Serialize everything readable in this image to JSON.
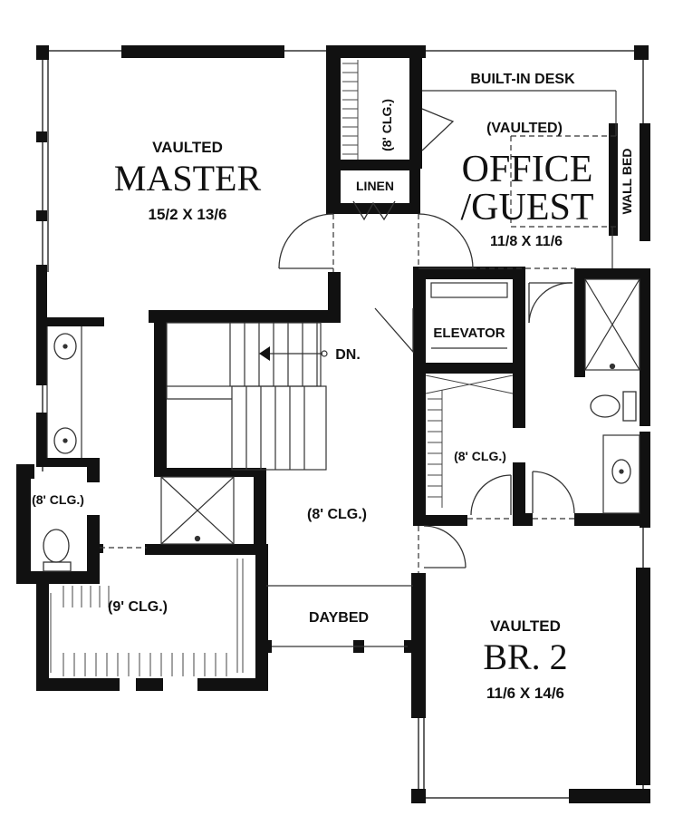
{
  "rooms": {
    "master": {
      "tag": "VAULTED",
      "name": "MASTER",
      "size": "15/2 X 13/6"
    },
    "office": {
      "tag": "(VAULTED)",
      "name_line1": "OFFICE",
      "name_line2": "/GUEST",
      "size": "11/8 X 11/6"
    },
    "bedroom2": {
      "tag": "VAULTED",
      "name": "BR. 2",
      "size": "11/6 X 14/6"
    }
  },
  "labels": {
    "built_in_desk": "BUILT-IN DESK",
    "wall_bed": "WALL BED",
    "linen": "LINEN",
    "closet_top": "(8' CLG.)",
    "elevator": "ELEVATOR",
    "stairs_down": "DN.",
    "closet_mid": "(8' CLG.)",
    "closet_left": "(8' CLG.)",
    "hall_ceiling": "(8' CLG.)",
    "closet_bottom": "(9' CLG.)",
    "daybed": "DAYBED"
  },
  "colors": {
    "wall": "#111111",
    "thin_line": "#333333",
    "background": "#ffffff"
  }
}
